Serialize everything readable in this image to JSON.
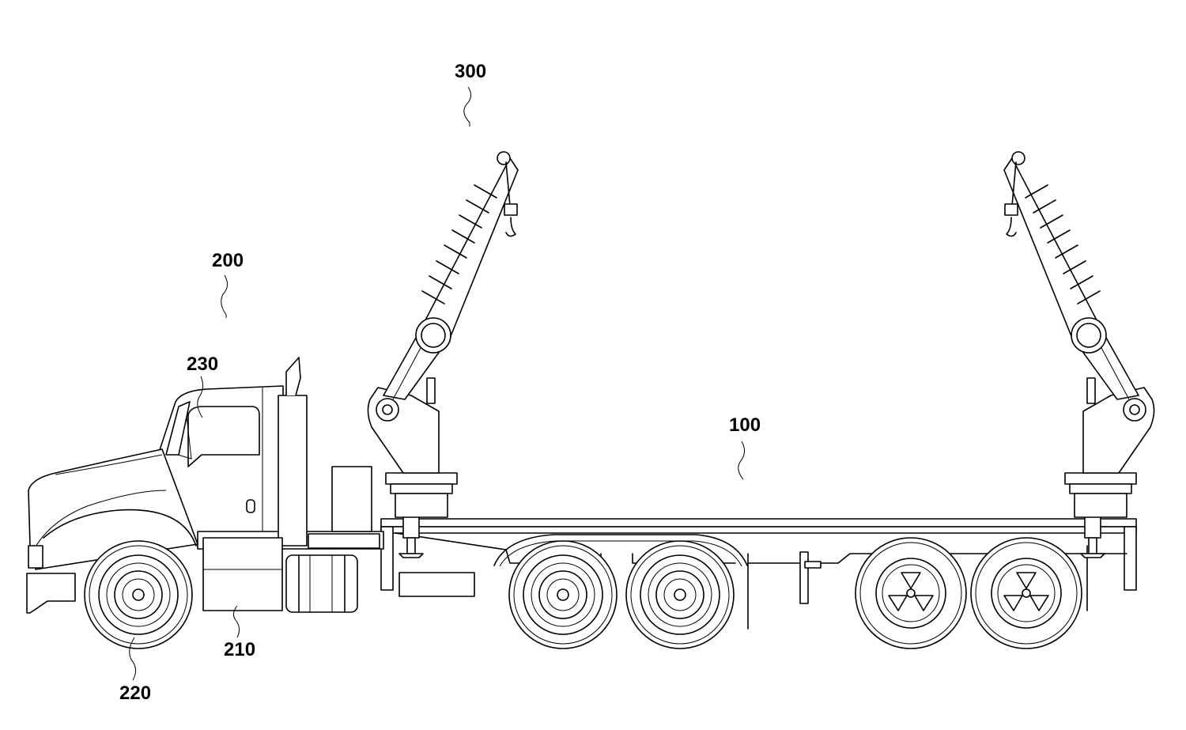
{
  "labels": {
    "vehicle": "100",
    "tractor": "200",
    "fuel_tank": "210",
    "wheel": "220",
    "cab": "230",
    "crane": "300"
  }
}
